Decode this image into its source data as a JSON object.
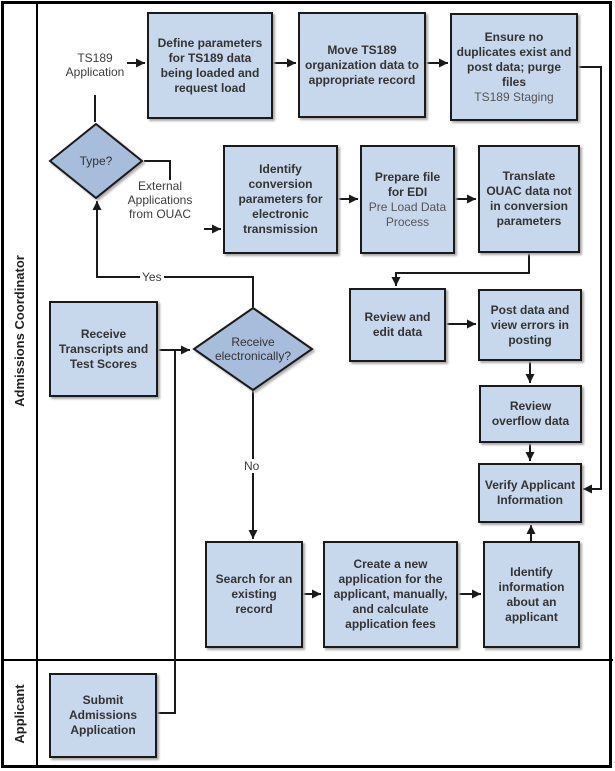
{
  "diagram": {
    "lanes": [
      {
        "label": "Admissions Coordinator"
      },
      {
        "label": "Applicant"
      }
    ],
    "nodes": {
      "define_params": {
        "label": "Define parameters for TS189 data being loaded and request load"
      },
      "move_ts189": {
        "label": "Move TS189 organization data to appropriate record"
      },
      "ensure_no_duplicates": {
        "label": "Ensure no duplicates exist and post data; purge files",
        "sublabel": "TS189 Staging"
      },
      "identify_conversion": {
        "label": "Identify conversion parameters for electronic transmission"
      },
      "prepare_file": {
        "label": "Prepare file for EDI",
        "sublabel": "Pre Load Data Process"
      },
      "translate_ouac": {
        "label": "Translate OUAC data not in conversion parameters"
      },
      "receive_transcripts": {
        "label": "Receive Transcripts and Test Scores"
      },
      "review_edit": {
        "label": "Review and edit data"
      },
      "post_data": {
        "label": "Post data and view errors in posting"
      },
      "review_overflow": {
        "label": "Review overflow data"
      },
      "verify_applicant": {
        "label": "Verify Applicant Information"
      },
      "search_existing": {
        "label": "Search for an existing record"
      },
      "create_application": {
        "label": "Create a new application for the applicant, manually, and calculate application fees"
      },
      "identify_info": {
        "label": "Identify information about an applicant"
      },
      "submit_admissions": {
        "label": "Submit Admissions Application"
      },
      "type_decision": {
        "label": "Type?"
      },
      "receive_electronically": {
        "label": "Receive electronically?"
      }
    },
    "annotations": {
      "ts189_application": "TS189 Application",
      "external_applications": "External Applications from OUAC",
      "yes": "Yes",
      "no": "No"
    },
    "edges": [
      {
        "from": "type_decision",
        "to": "define_params",
        "label": "TS189 Application"
      },
      {
        "from": "define_params",
        "to": "move_ts189"
      },
      {
        "from": "move_ts189",
        "to": "ensure_no_duplicates"
      },
      {
        "from": "ensure_no_duplicates",
        "to": "verify_applicant"
      },
      {
        "from": "type_decision",
        "to": "identify_conversion",
        "label": "External Applications from OUAC"
      },
      {
        "from": "identify_conversion",
        "to": "prepare_file"
      },
      {
        "from": "prepare_file",
        "to": "translate_ouac"
      },
      {
        "from": "translate_ouac",
        "to": "review_edit"
      },
      {
        "from": "review_edit",
        "to": "post_data"
      },
      {
        "from": "post_data",
        "to": "review_overflow"
      },
      {
        "from": "review_overflow",
        "to": "verify_applicant"
      },
      {
        "from": "receive_transcripts",
        "to": "receive_electronically"
      },
      {
        "from": "submit_admissions",
        "to": "receive_electronically"
      },
      {
        "from": "receive_electronically",
        "to": "type_decision",
        "label": "Yes"
      },
      {
        "from": "receive_electronically",
        "to": "search_existing",
        "label": "No"
      },
      {
        "from": "search_existing",
        "to": "create_application"
      },
      {
        "from": "create_application",
        "to": "identify_info"
      },
      {
        "from": "identify_info",
        "to": "verify_applicant"
      }
    ],
    "colors": {
      "node_fill": "#c8d8ec",
      "decision_fill": "#a8bcdc",
      "border": "#1a1a1a",
      "text": "#333333"
    }
  }
}
